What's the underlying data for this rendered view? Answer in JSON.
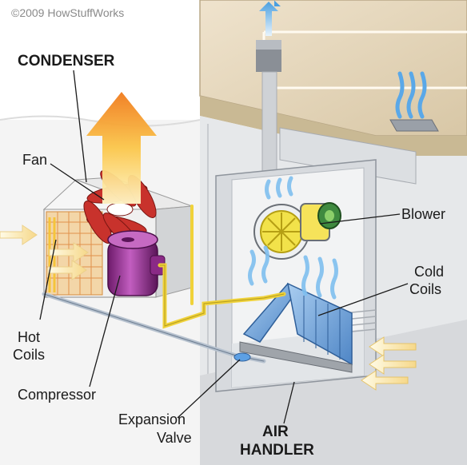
{
  "copyright": "©2009 HowStuffWorks",
  "labels": {
    "condenser": "CONDENSER",
    "fan": "Fan",
    "hot_coils_1": "Hot",
    "hot_coils_2": "Coils",
    "compressor": "Compressor",
    "expansion_valve_1": "Expansion",
    "expansion_valve_2": "Valve",
    "air_handler_1": "AIR",
    "air_handler_2": "HANDLER",
    "blower": "Blower",
    "cold_coils_1": "Cold",
    "cold_coils_2": "Coils"
  },
  "colors": {
    "hot_arrow": "#f59a2c",
    "cold_air": "#6fb6e8",
    "refrigerant_line": "#f0d23a",
    "compressor": "#a0309a",
    "fan": "#c0302a",
    "cold_coil": "#6a9fd6",
    "hot_coil": "#e08a3a"
  }
}
